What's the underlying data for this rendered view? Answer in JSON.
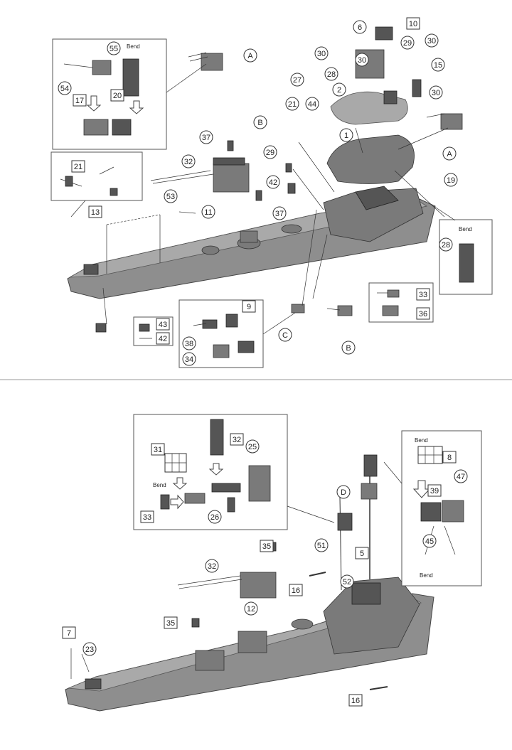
{
  "figure": {
    "top": {
      "callouts": [
        "1",
        "2",
        "6",
        "10",
        "30",
        "30",
        "29",
        "30",
        "15",
        "30",
        "27",
        "28",
        "21",
        "44",
        "37",
        "32",
        "29",
        "42",
        "53",
        "11",
        "37",
        "13",
        "21",
        "55",
        "54",
        "20",
        "17",
        "28",
        "33",
        "36",
        "9",
        "38",
        "34",
        "43",
        "42",
        "19"
      ],
      "letters": [
        "A",
        "A",
        "B",
        "B",
        "C"
      ],
      "bend_labels": [
        "Bend",
        "Bend"
      ]
    },
    "bottom": {
      "callouts": [
        "32",
        "31",
        "25",
        "33",
        "26",
        "8",
        "47",
        "39",
        "45",
        "35",
        "32",
        "51",
        "5",
        "12",
        "16",
        "52",
        "35",
        "7",
        "23",
        "16"
      ],
      "letters": [
        "D"
      ],
      "bend_labels": [
        "Bend",
        "Bend",
        "Bend"
      ]
    }
  }
}
